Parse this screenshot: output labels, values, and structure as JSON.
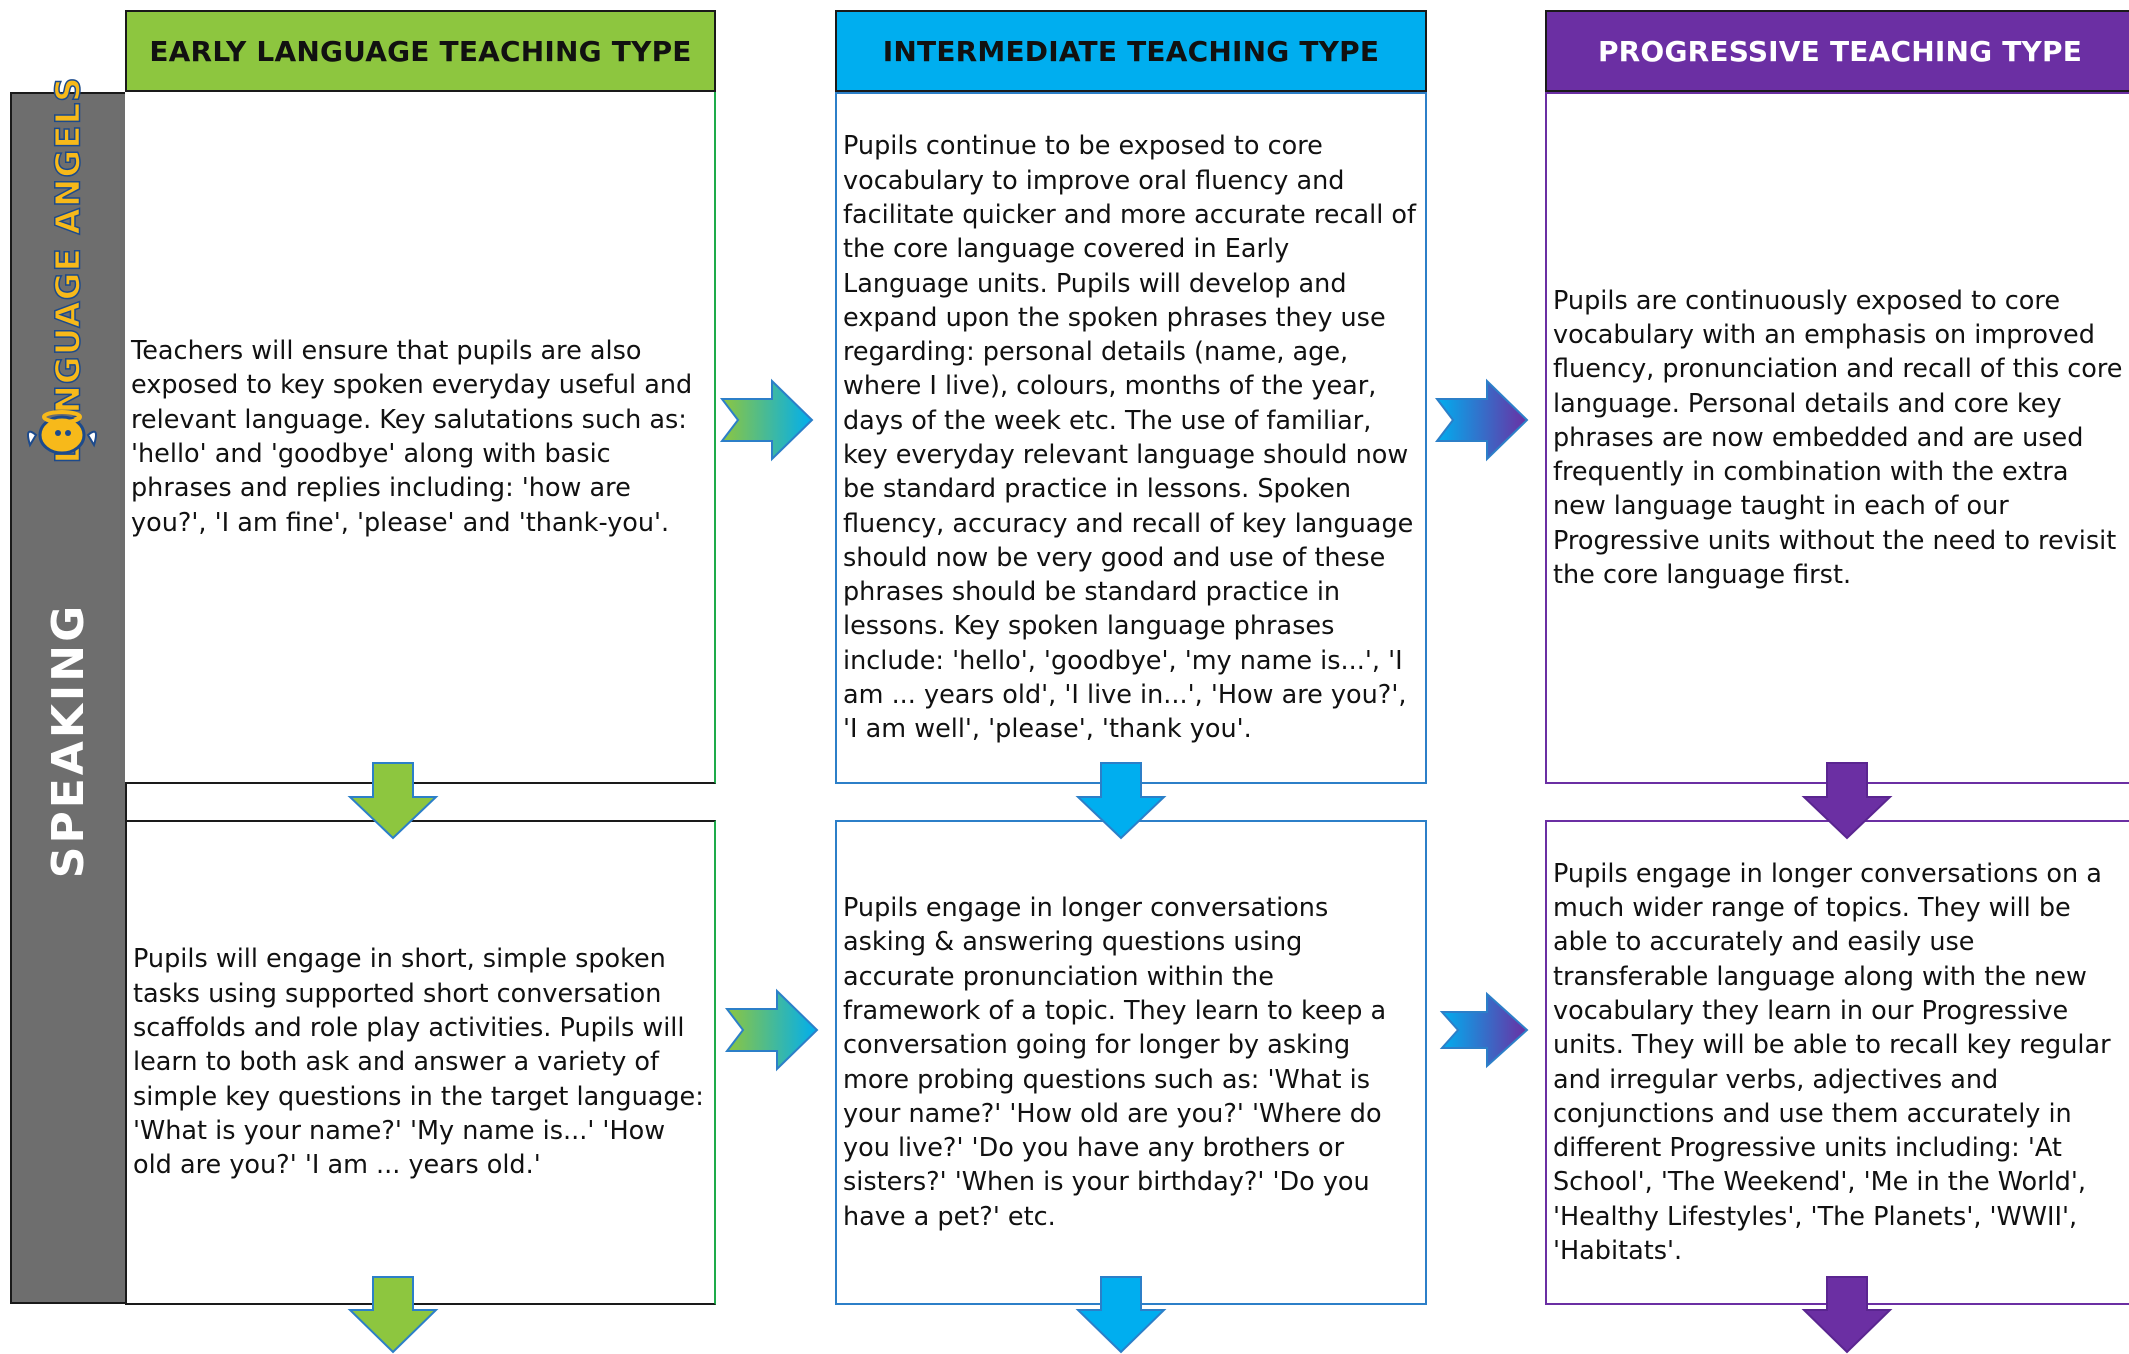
{
  "columns": [
    {
      "key": "early",
      "title": "EARLY LANGUAGE TEACHING TYPE",
      "color": "#8dc63f"
    },
    {
      "key": "inter",
      "title": "INTERMEDIATE TEACHING TYPE",
      "color": "#00aeef"
    },
    {
      "key": "prog",
      "title": "PROGRESSIVE TEACHING TYPE",
      "color": "#6b2fa3"
    }
  ],
  "sidebar": {
    "label": "SPEAKING",
    "logo_text": "LANGUAGE ANGELS",
    "background": "#6e6e6e"
  },
  "rows": {
    "top": {
      "early": "Teachers will ensure that pupils are also exposed to key spoken everyday useful and relevant language. Key salutations such as: 'hello' and 'goodbye' along with basic phrases and replies including: 'how are you?', 'I am fine', 'please' and 'thank-you'.",
      "inter": "Pupils continue to be exposed to core vocabulary to improve oral fluency and facilitate quicker and more accurate recall of the core language covered in Early Language units. Pupils will develop and expand upon the spoken phrases they use regarding: personal details (name, age, where I live), colours, months of the year, days of the week etc. The use of familiar, key everyday relevant language should now be standard practice in lessons. Spoken fluency, accuracy and recall of key language should now be very good and use of these phrases should be standard practice in lessons. Key spoken language phrases include: 'hello', 'goodbye', 'my name is...', 'I am ... years old', 'I live in...', 'How are you?', 'I am well', 'please', 'thank you'.",
      "prog": "Pupils are continuously exposed to core vocabulary with an emphasis on improved fluency, pronunciation and recall of this core language. Personal details and core key phrases are now embedded and are used frequently in combination with the extra new language taught in each of our Progressive units without the need to revisit the core language first."
    },
    "bottom": {
      "early": "Pupils will engage in short, simple spoken tasks using supported short conversation scaffolds and role play activities. Pupils will learn to both ask and answer a variety of simple key questions in the target language: 'What is your name?' 'My name is...' 'How old are you?' 'I am ... years old.'",
      "inter": "Pupils engage in longer conversations asking & answering questions using accurate pronunciation within the framework of a topic. They learn to keep a conversation going for longer by asking more probing questions such as: 'What is your name?' 'How old are you?' 'Where do you live?' 'Do you have any brothers or sisters?' 'When is your birthday?' 'Do you have a pet?' etc.",
      "prog": "Pupils engage in longer conversations on a much wider range of topics. They will be able to accurately and easily use transferable language along with the new vocabulary they learn in our Progressive units. They will be able to recall key regular and irregular verbs, adjectives and conjunctions and use them accurately in different Progressive units including: 'At School', 'The Weekend', 'Me in the World', 'Healthy Lifestyles', 'The Planets', 'WWII', 'Habitats'."
    }
  }
}
